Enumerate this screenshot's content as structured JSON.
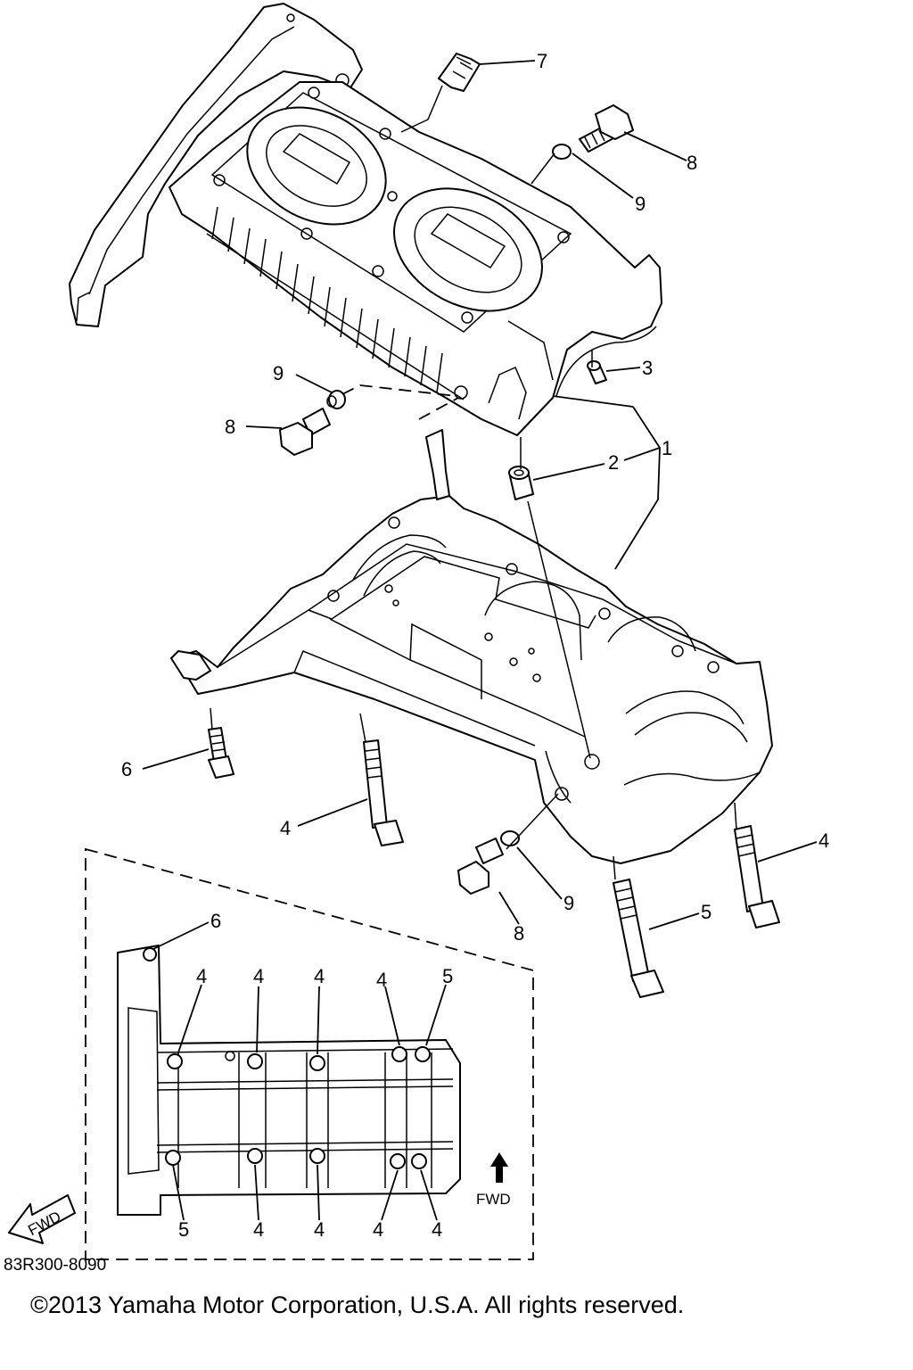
{
  "diagram": {
    "callouts": {
      "c7": "7",
      "c8_top": "8",
      "c9_top": "9",
      "c9_left": "9",
      "c8_left": "8",
      "c3": "3",
      "c2": "2",
      "c1": "1",
      "c6": "6",
      "c4_left": "4",
      "c4_right": "4",
      "c5": "5",
      "c9_bottom": "9",
      "c8_bottom": "8"
    },
    "inset": {
      "top_labels": [
        "6",
        "4",
        "4",
        "4",
        "4",
        "5"
      ],
      "bottom_labels": [
        "5",
        "4",
        "4",
        "4",
        "4"
      ],
      "fwd_label": "FWD",
      "badge_label": "FWD"
    },
    "reference_code": "83R300-8090",
    "copyright": "©2013 Yamaha Motor Corporation, U.S.A. All rights reserved."
  }
}
